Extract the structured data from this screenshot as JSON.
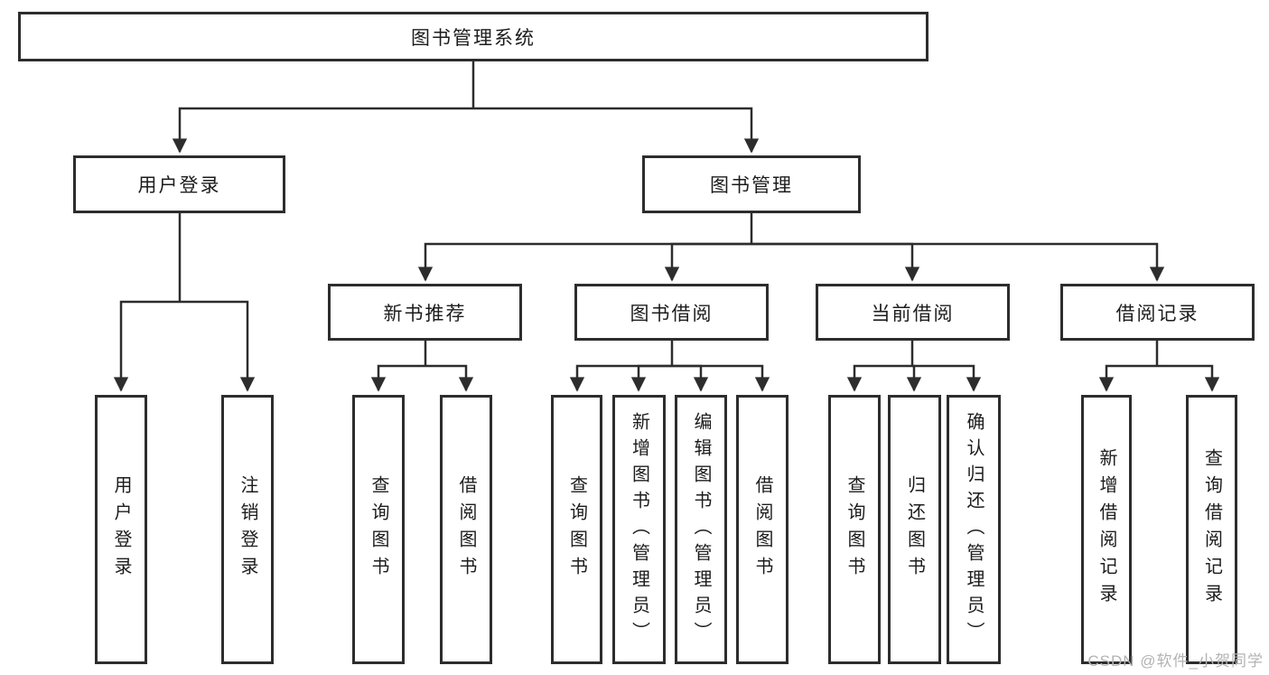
{
  "tree": {
    "root": {
      "label": "图书管理系统"
    },
    "children": [
      {
        "label": "用户登录",
        "children": [
          {
            "label": "用户登录"
          },
          {
            "label": "注销登录"
          }
        ]
      },
      {
        "label": "图书管理",
        "children": [
          {
            "label": "新书推荐",
            "children": [
              {
                "label": "查询图书"
              },
              {
                "label": "借阅图书"
              }
            ]
          },
          {
            "label": "图书借阅",
            "children": [
              {
                "label": "查询图书"
              },
              {
                "label": "新增图书（管理员）"
              },
              {
                "label": "编辑图书（管理员）"
              },
              {
                "label": "借阅图书"
              }
            ]
          },
          {
            "label": "当前借阅",
            "children": [
              {
                "label": "查询图书"
              },
              {
                "label": "归还图书"
              },
              {
                "label": "确认归还（管理员）"
              }
            ]
          },
          {
            "label": "借阅记录",
            "children": [
              {
                "label": "新增借阅记录"
              },
              {
                "label": "查询借阅记录"
              }
            ]
          }
        ]
      }
    ]
  },
  "watermark": {
    "text": "CSDN @软件_小贺同学"
  },
  "colors": {
    "line": "#2d2d2d",
    "box_border": "#2d2d2d",
    "text": "#1c1c1c",
    "background": "#ffffff",
    "watermark": "#b3b3b3"
  }
}
